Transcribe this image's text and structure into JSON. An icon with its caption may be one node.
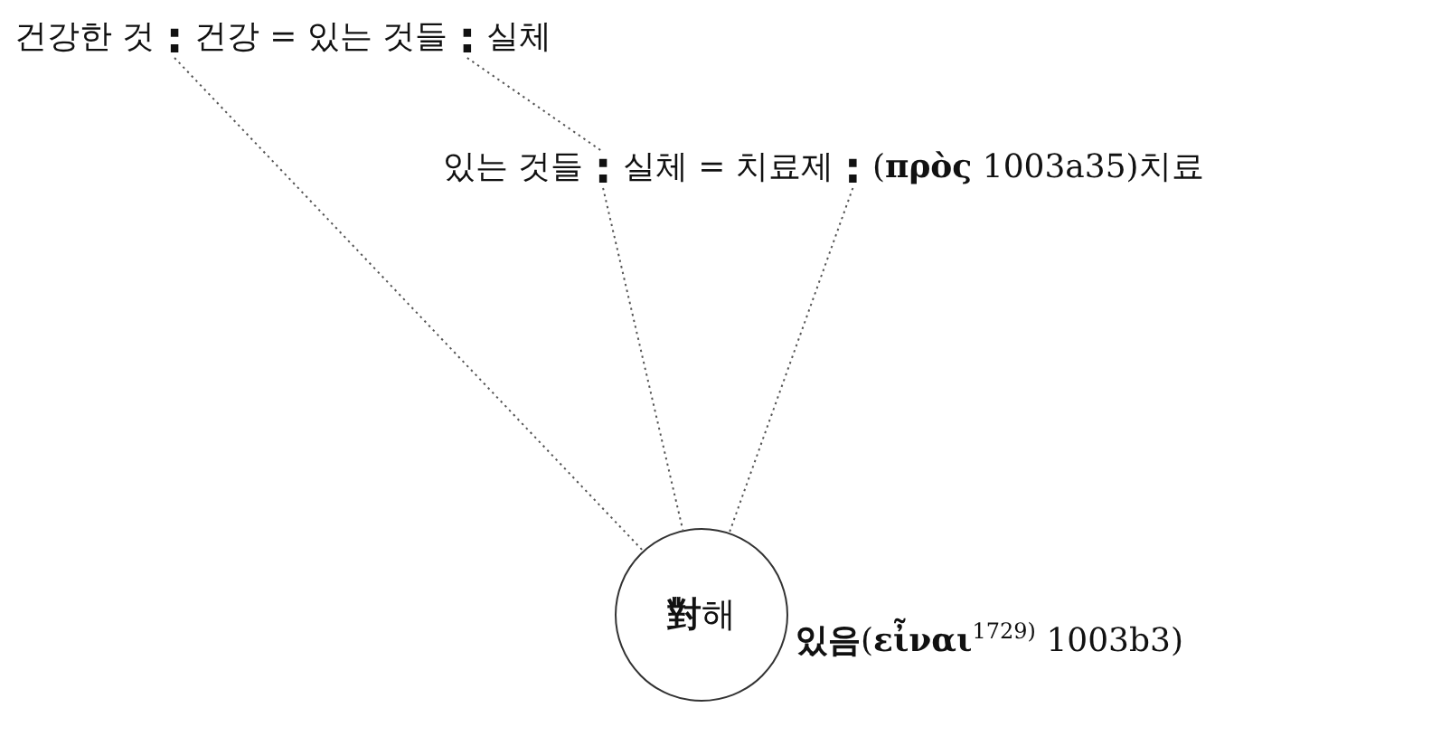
{
  "diagram": {
    "nodes": [
      {
        "text": [
          ":"
        ]
      },
      {
        "text": [
          ":"
        ]
      },
      {
        "text": [
          ":"
        ]
      },
      {
        "text": [
          ":"
        ]
      },
      {
        "text": [
          "**對**해"
        ],
        "beside": [
          "**있음**(**εἶναι**$^{1729)}$ 1003b3)"
        ]
      }
    ],
    "edges": [
      {
        "from": 0,
        "to": 4,
        "arrow": "none",
        "style": "dashed"
      },
      {
        "from": 1,
        "to": 2,
        "arrow": "none",
        "style": "dashed"
      },
      {
        "from": 2,
        "to": 4,
        "arrow": "none",
        "style": "dashed"
      },
      {
        "from": 3,
        "to": 4,
        "arrow": "none",
        "style": "dashed"
      }
    ],
    "labels": [
      "건강한 것",
      "건강 = 있는 것들",
      "실체",
      "있는 것들",
      "실체 = 치료제",
      "(**πρὸς** 1003a35)치료"
    ]
  }
}
